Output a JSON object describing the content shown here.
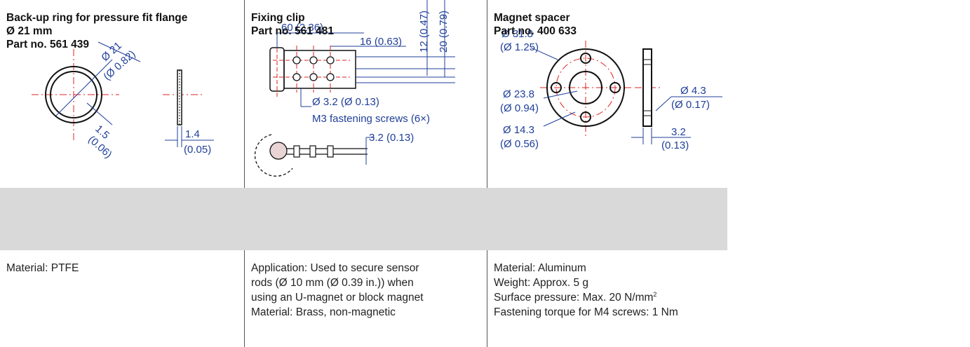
{
  "columns": [
    {
      "title_lines": [
        "Back-up ring for pressure fit flange",
        "Ø 21 mm",
        "Part no. 561 439"
      ],
      "body_lines": [
        "Material: PTFE"
      ],
      "dims": {
        "dia": "Ø 21",
        "dia_in": "(Ø 0.82)",
        "wall": "1.5",
        "wall_in": "(0.06)",
        "thick": "1.4",
        "thick_in": "(0.05)"
      }
    },
    {
      "title_lines": [
        "Fixing clip",
        "Part no. 561 481"
      ],
      "body_lines": [
        "Application: Used to secure sensor",
        "rods (Ø 10 mm (Ø 0.39 in.)) when",
        "using an U-magnet or block magnet",
        "Material: Brass, non-magnetic"
      ],
      "dims": {
        "len": "60 (2.36)",
        "pitch": "16 (0.63)",
        "h1": "12 (0.47)",
        "h2": "20 (0.79)",
        "hole": "Ø 3.2 (Ø 0.13)",
        "screws": "M3 fastening screws (6×)",
        "thick": "3.2 (0.13)"
      }
    },
    {
      "title_lines": [
        "Magnet spacer",
        "Part no. 400 633"
      ],
      "body_lines": [
        "Material: Aluminum",
        "Weight: Approx. 5 g"
      ],
      "pressure": {
        "label": "Surface pressure: Max. 20 N/mm",
        "sup": "2"
      },
      "torque": "Fastening torque for M4 screws: 1 Nm",
      "dims": {
        "outer": "Ø 31.8",
        "outer_in": "(Ø 1.25)",
        "pcd": "Ø 23.8",
        "pcd_in": "(Ø 0.94)",
        "inner": "Ø 14.3",
        "inner_in": "(Ø 0.56)",
        "hole": "Ø 4.3",
        "hole_in": "(Ø 0.17)",
        "thick": "3.2",
        "thick_in": "(0.13)"
      }
    }
  ],
  "colors": {
    "header_bg": "#d9d9d9",
    "dimension": "#1f3f99",
    "centerline": "#e02020",
    "outline": "#111111"
  }
}
